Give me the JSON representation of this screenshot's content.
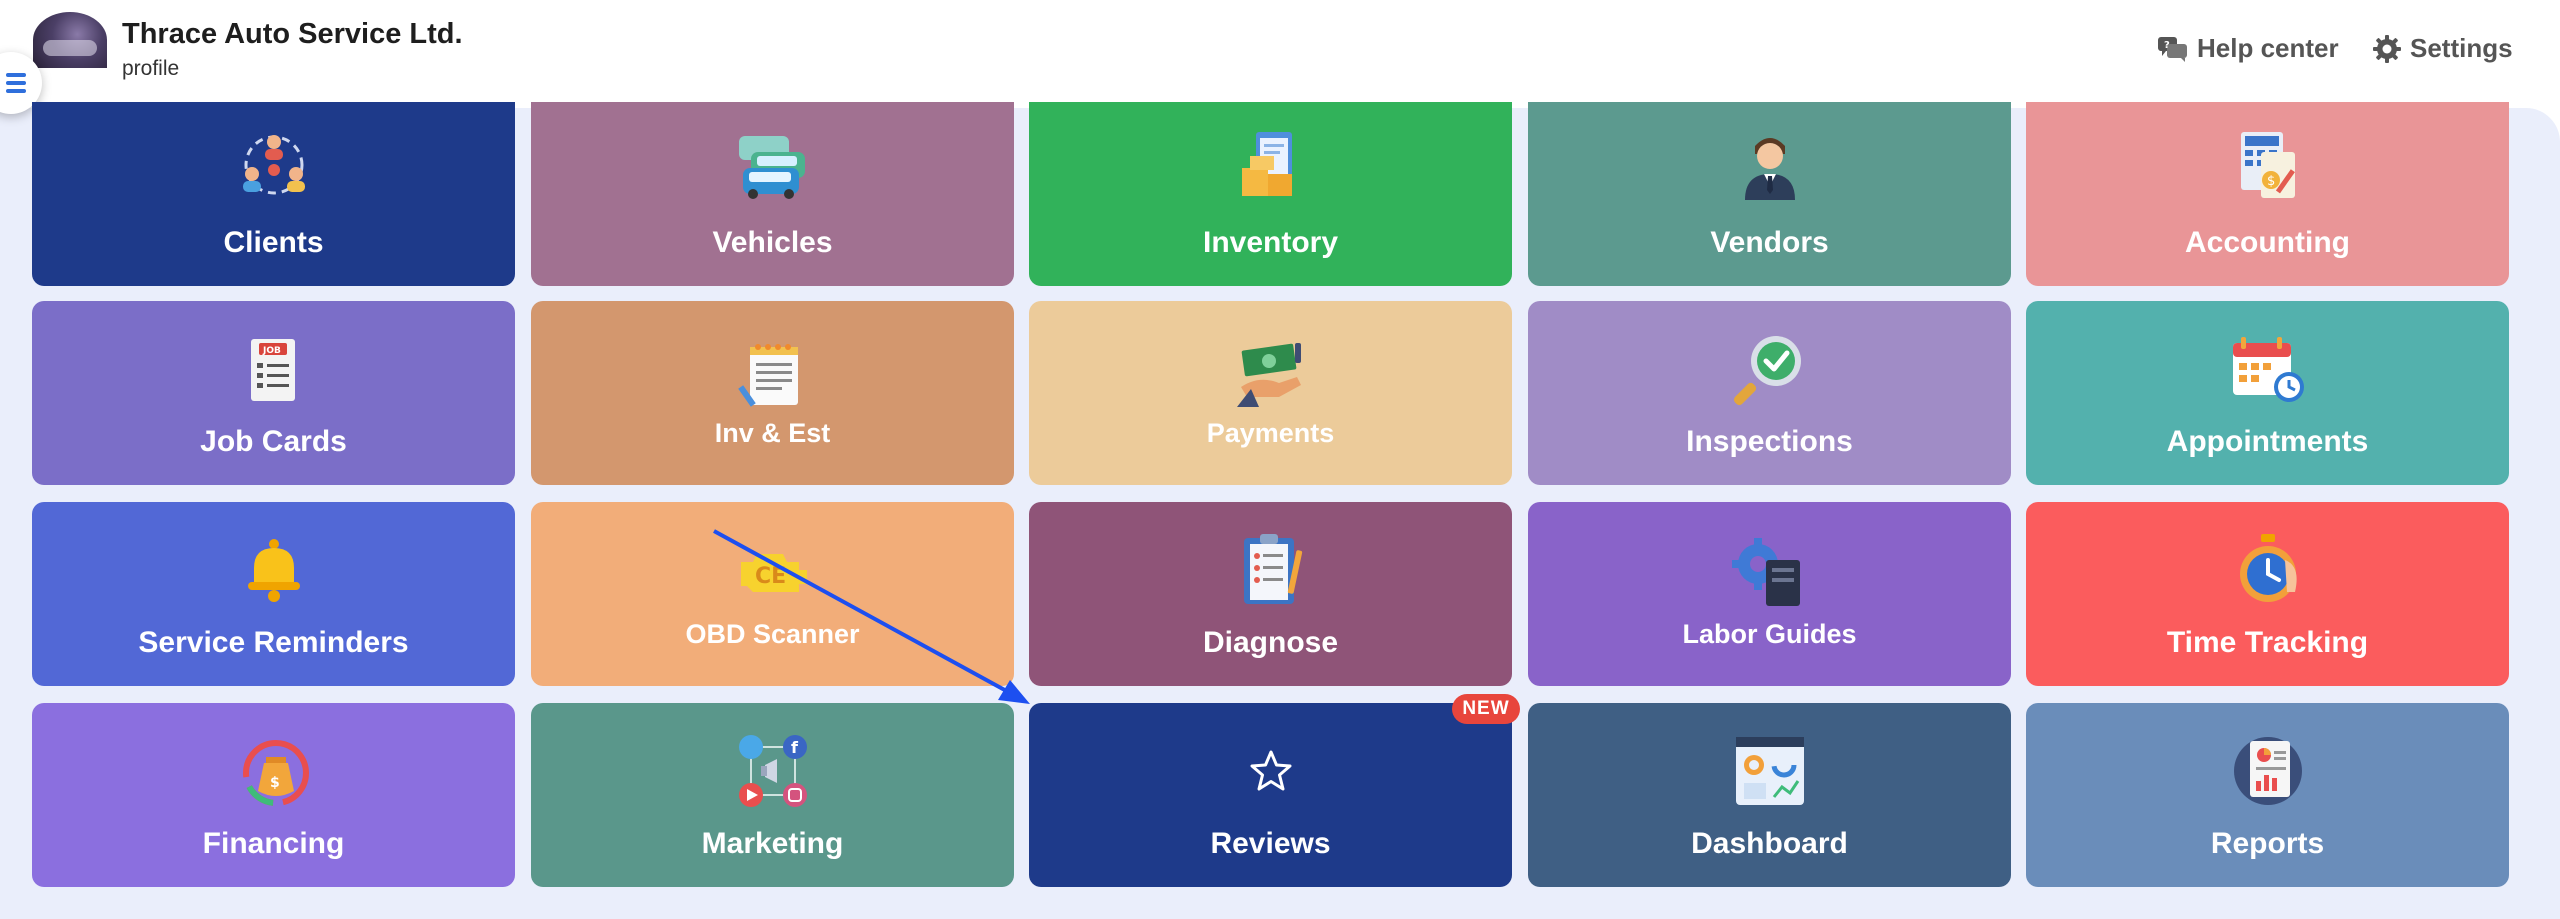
{
  "header": {
    "company_name": "Thrace Auto Service Ltd.",
    "profile_label": "profile",
    "help_label": "Help center",
    "settings_label": "Settings"
  },
  "tiles": [
    {
      "label": "Clients",
      "icon": "clients-icon",
      "color": "#1e3a8a"
    },
    {
      "label": "Vehicles",
      "icon": "vehicles-icon",
      "color": "#a17191"
    },
    {
      "label": "Inventory",
      "icon": "inventory-icon",
      "color": "#31b25a"
    },
    {
      "label": "Vendors",
      "icon": "vendor-person-icon",
      "color": "#5c9a8f"
    },
    {
      "label": "Accounting",
      "icon": "accounting-icon",
      "color": "#e99597"
    },
    {
      "label": "Job Cards",
      "icon": "job-card-icon",
      "color": "#7b6ec8"
    },
    {
      "label": "Inv & Est",
      "icon": "notepad-icon",
      "color": "#d3976e"
    },
    {
      "label": "Payments",
      "icon": "cash-hand-icon",
      "color": "#eccb9a"
    },
    {
      "label": "Inspections",
      "icon": "magnifier-check-icon",
      "color": "#a08cc6"
    },
    {
      "label": "Appointments",
      "icon": "calendar-icon",
      "color": "#53b1ad"
    },
    {
      "label": "Service Reminders",
      "icon": "bell-icon",
      "color": "#5268d6"
    },
    {
      "label": "OBD Scanner",
      "icon": "engine-check-icon",
      "color": "#f2ad79"
    },
    {
      "label": "Diagnose",
      "icon": "clipboard-icon",
      "color": "#8f5478"
    },
    {
      "label": "Labor Guides",
      "icon": "gear-book-icon",
      "color": "#8963c9"
    },
    {
      "label": "Time Tracking",
      "icon": "stopwatch-icon",
      "color": "#fb5c5d"
    },
    {
      "label": "Financing",
      "icon": "money-bag-icon",
      "color": "#8b6fdf"
    },
    {
      "label": "Marketing",
      "icon": "social-icons",
      "color": "#5a978b"
    },
    {
      "label": "Reviews",
      "icon": "star-icon",
      "color": "#1e3a8a"
    },
    {
      "label": "Dashboard",
      "icon": "dashboard-icon",
      "color": "#3f5f84"
    },
    {
      "label": "Reports",
      "icon": "report-icon",
      "color": "#6a8dba"
    }
  ],
  "badge": {
    "label": "NEW"
  },
  "colors": {
    "annotation_arrow": "#1d4ff0",
    "badge": "#e8453c"
  }
}
